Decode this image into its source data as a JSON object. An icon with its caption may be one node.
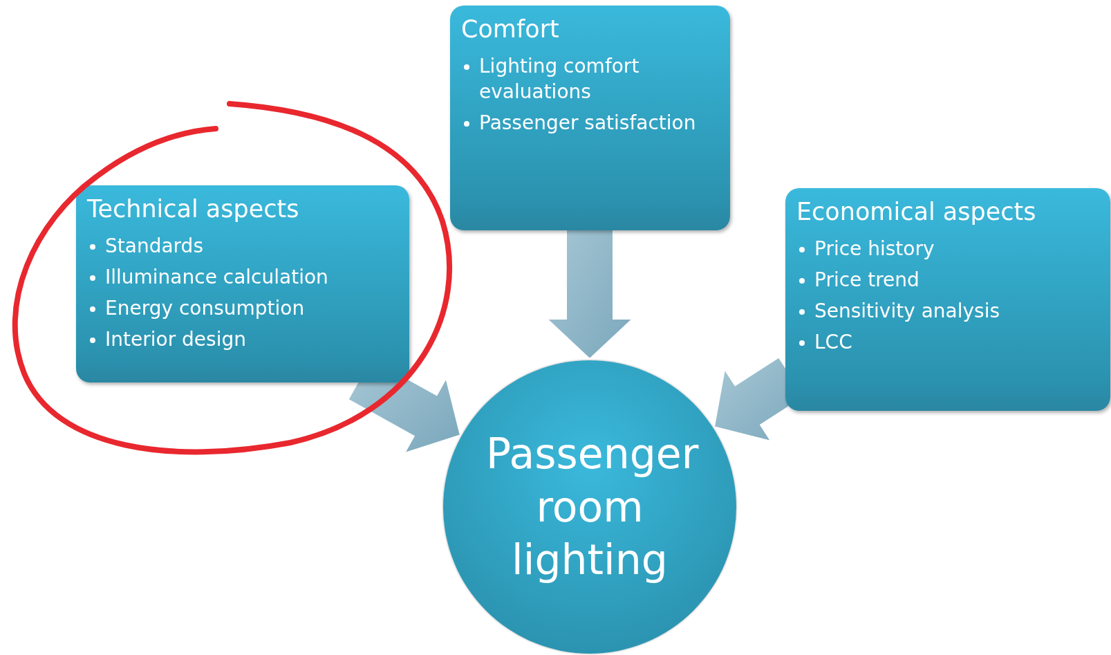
{
  "diagram": {
    "nodes": [
      {
        "text": [
          "Comfort",
          "Lighting comfort evaluations",
          "Passenger satisfaction"
        ]
      },
      {
        "text": [
          "Technical aspects",
          "Standards",
          "Illuminance calculation",
          "Energy consumption",
          "Interior design"
        ]
      },
      {
        "text": [
          "Economical aspects",
          "Price history",
          "Price trend",
          "Sensitivity analysis",
          "LCC"
        ]
      },
      {
        "text": [
          "Passenger room lighting"
        ]
      }
    ],
    "edges": [
      {
        "from": 1,
        "to": 3,
        "arrow": "to"
      },
      {
        "from": 0,
        "to": 3,
        "arrow": "to"
      },
      {
        "from": 2,
        "to": 3,
        "arrow": "to"
      }
    ]
  }
}
